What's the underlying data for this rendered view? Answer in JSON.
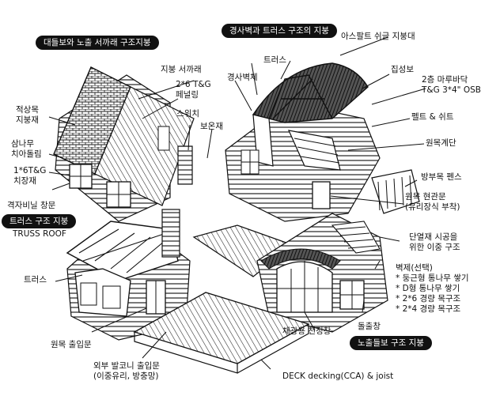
{
  "titles": {
    "girder_rafter": "대들보와 노출 서까래 구조지붕",
    "sloped_truss": "경사벽과 트러스 구조의 지붕",
    "truss_roof": "트러스 구조 지붕",
    "exposed_girder": "노출들보 구조 지붕"
  },
  "labels": {
    "truss_roof_en": "TRUSS ROOF",
    "asphalt_shingle": "아스팔트 쉬글 지붕대",
    "truss_top": "트러스",
    "sloped_wall": "경사벽체",
    "ridge_beam": "집성보",
    "floor2": "2층 마루바닥\nT&G 3*4\" OSB",
    "roof_rafter": "지붕 서까래",
    "tg_paneling": "2*6 T&G\n페널링",
    "felt_sheet": "펠트 & 쉬트",
    "stacked_wood": "적상목\n지붕재",
    "switch": "스위치",
    "insulation": "보온재",
    "log_stairs": "원목계단",
    "cedar_fascia": "삼나무\n치아돌림",
    "tg_siding": "1*6T&G\n치장재",
    "preserved_fence": "방부목 펜스",
    "lattice_window": "격자비닐 창문",
    "log_entrance": "원목 현관문\n(유리장식 부착)",
    "double_insulation": "단열재 시공을\n위한 이중 구조",
    "truss_bottom": "트러스",
    "wall_options": "벽제(선택)\n* 둥근형 통나무 쌓기\n* D형 통나무 쌓기\n* 2*6 경량 목구조\n* 2*4 경량 목구조",
    "log_door": "원목 출입문",
    "stone_window": "돌출창",
    "skylight_ceiling": "채광용 천정창",
    "balcony_door": "외부 발코니 출입문\n(이중유리, 방충망)",
    "deck": "DECK decking(CCA) & joist"
  }
}
